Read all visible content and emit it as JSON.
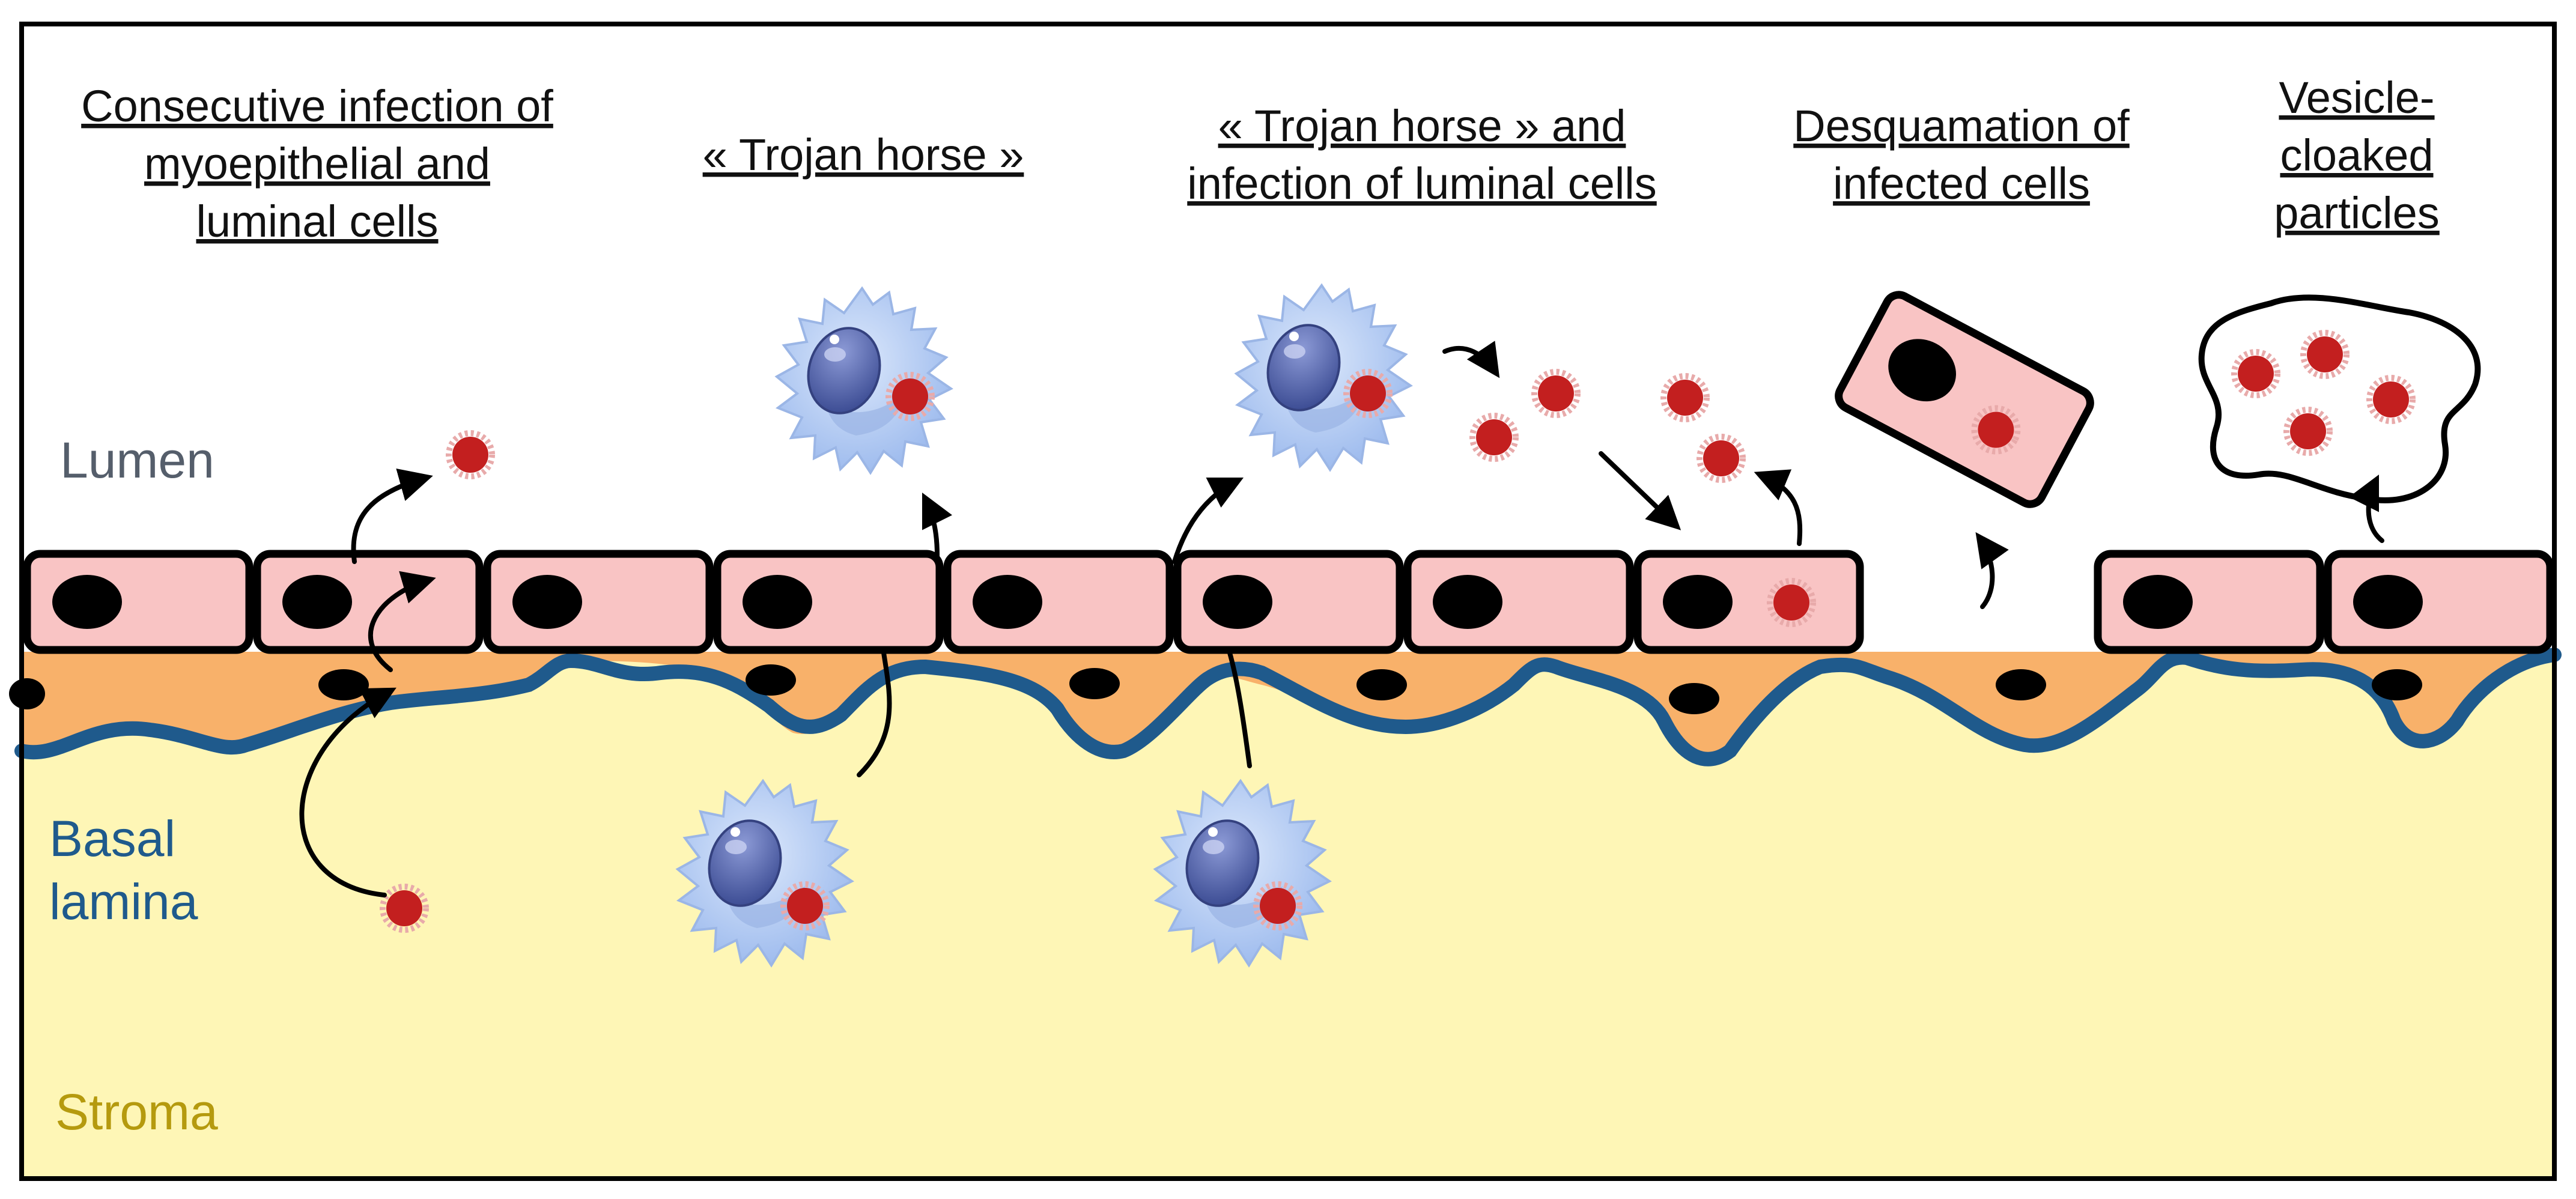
{
  "headings": {
    "consecutive": [
      "Consecutive infection of",
      "myoepithelial and",
      "luminal cells"
    ],
    "trojan": [
      "« Trojan horse »"
    ],
    "trojan_luminal": [
      "« Trojan horse » and",
      "infection of luminal cells"
    ],
    "desquamation": [
      "Desquamation of",
      "infected cells"
    ],
    "vesicle": [
      "Vesicle-",
      "cloaked",
      "particles"
    ]
  },
  "regions": {
    "lumen": "Lumen",
    "basal_1": "Basal",
    "basal_2": "lamina",
    "stroma": "Stroma"
  },
  "colors": {
    "luminal_cell": "#f9c4c4",
    "myoepithelial": "#f8b16a",
    "basal_lamina": "#1f5a8c",
    "stroma": "#fef6b6",
    "virus": "#c31f1f",
    "immune_cell": "#b5cdf3",
    "immune_nucleus": "#5c6cb0",
    "basal_text": "#1f5a8c",
    "stroma_text": "#b59a0e",
    "lumen_text": "#555e6b"
  },
  "icons": {
    "virus": "virus-particle-icon",
    "immune_cell": "infected-immune-cell-icon"
  }
}
